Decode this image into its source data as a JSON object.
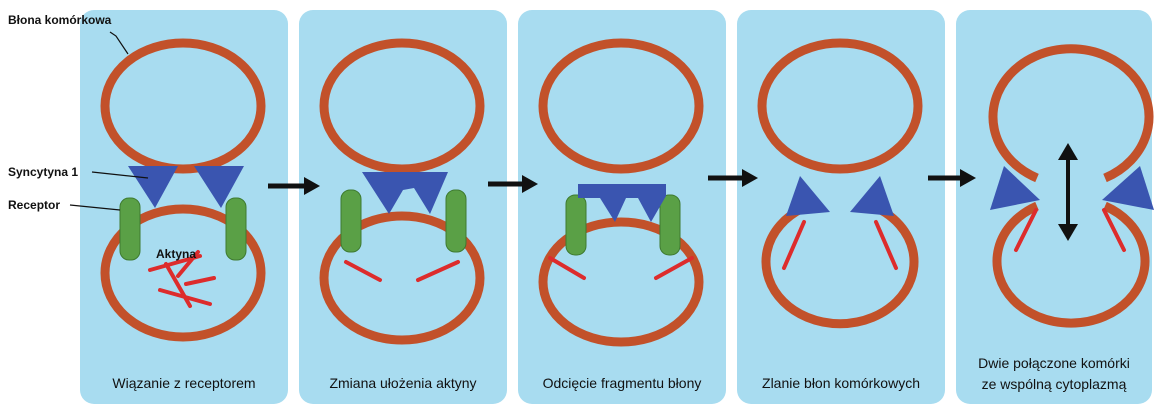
{
  "side_labels": {
    "membrane": "Błona komórkowa",
    "syncytin": "Syncytyna 1",
    "receptor": "Receptor",
    "actin": "Aktyna"
  },
  "captions": [
    "Wiązanie z receptorem",
    "Zmiana ułożenia aktyny",
    "Odcięcie fragmentu błony",
    "Zlanie błon komórkowych",
    "Dwie połączone komórki",
    "ze wspólną cytoplazmą"
  ],
  "colors": {
    "panel": "#a8dcf0",
    "membrane": "#c2512a",
    "syncytin": "#3a55b0",
    "receptor": "#5aa046",
    "actin": "#dd2c2c",
    "arrow": "#111111"
  }
}
